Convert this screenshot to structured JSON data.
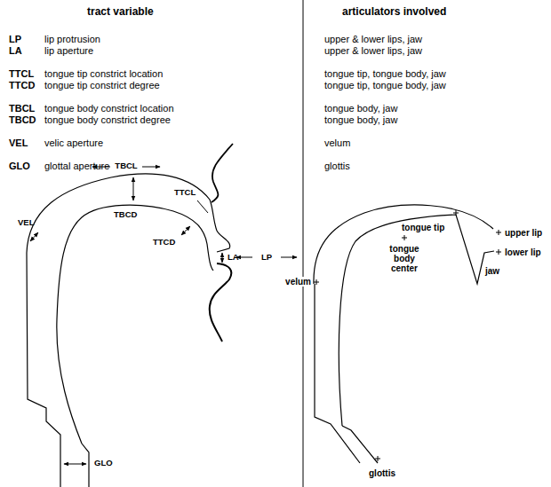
{
  "diagram": {
    "labels": [
      "tract variable",
      "articulators involved",
      "LP",
      "lip protrusion",
      "upper & lower lips, jaw",
      "LA",
      "lip aperture",
      "upper & lower lips, jaw",
      "TTCL",
      "tongue tip constrict location",
      "tongue tip, tongue body, jaw",
      "TTCD",
      "tongue tip constrict degree",
      "tongue tip, tongue body, jaw",
      "TBCL",
      "tongue body constrict location",
      "tongue body, jaw",
      "TBCD",
      "tongue body constrict degree",
      "tongue body, jaw",
      "VEL",
      "velic aperture",
      "velum",
      "GLO",
      "glottal aperture",
      "glottis",
      "TBCL",
      "TTCL",
      "TBCD",
      "VEL",
      "TTCD",
      "LA",
      "LP",
      "GLO",
      "velum",
      "tongue tip",
      "upper lip",
      "lower lip",
      "tongue body center",
      "jaw",
      "glottis"
    ]
  }
}
